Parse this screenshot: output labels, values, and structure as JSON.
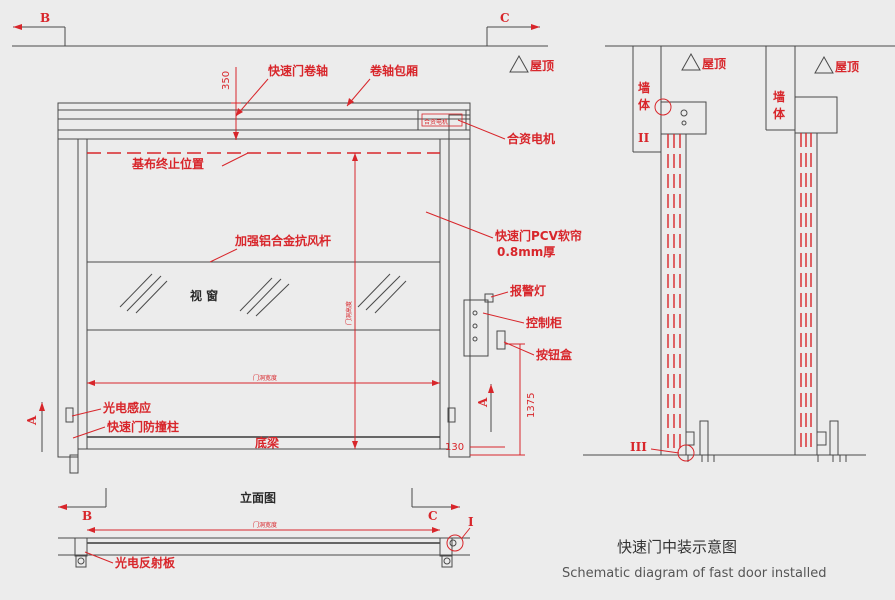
{
  "section_marks": {
    "b": "B",
    "c": "C",
    "a": "A",
    "i": "I",
    "ii": "II",
    "iii": "III"
  },
  "labels": {
    "roller_axis": "快速门卷轴",
    "axis_cover": "卷轴包厢",
    "motor": "合资电机",
    "curtain_stop": "基布终止位置",
    "pvc_curtain": "快速门PCV软帘",
    "thickness": "0.8mm厚",
    "wind_bar": "加强铝合金抗风杆",
    "window": "视 窗",
    "alarm_light": "报警灯",
    "control_box": "控制柜",
    "button_box": "按钮盒",
    "photo_sensor": "光电感应",
    "anti_collision": "快速门防撞柱",
    "bottom_beam": "底梁",
    "reflector": "光电反射板",
    "roof": "屋顶",
    "wall": "墙体",
    "wall_letter1": "墙",
    "wall_letter2": "体",
    "elevation": "立面图",
    "door_height": "门洞高度",
    "door_width": "门洞宽度",
    "motor_box": "合资电机"
  },
  "dimensions": {
    "top": "350",
    "button_height": "1375",
    "bottom": "130"
  },
  "caption": {
    "zh": "快速门中装示意图",
    "en": "Schematic diagram of fast door installed"
  }
}
